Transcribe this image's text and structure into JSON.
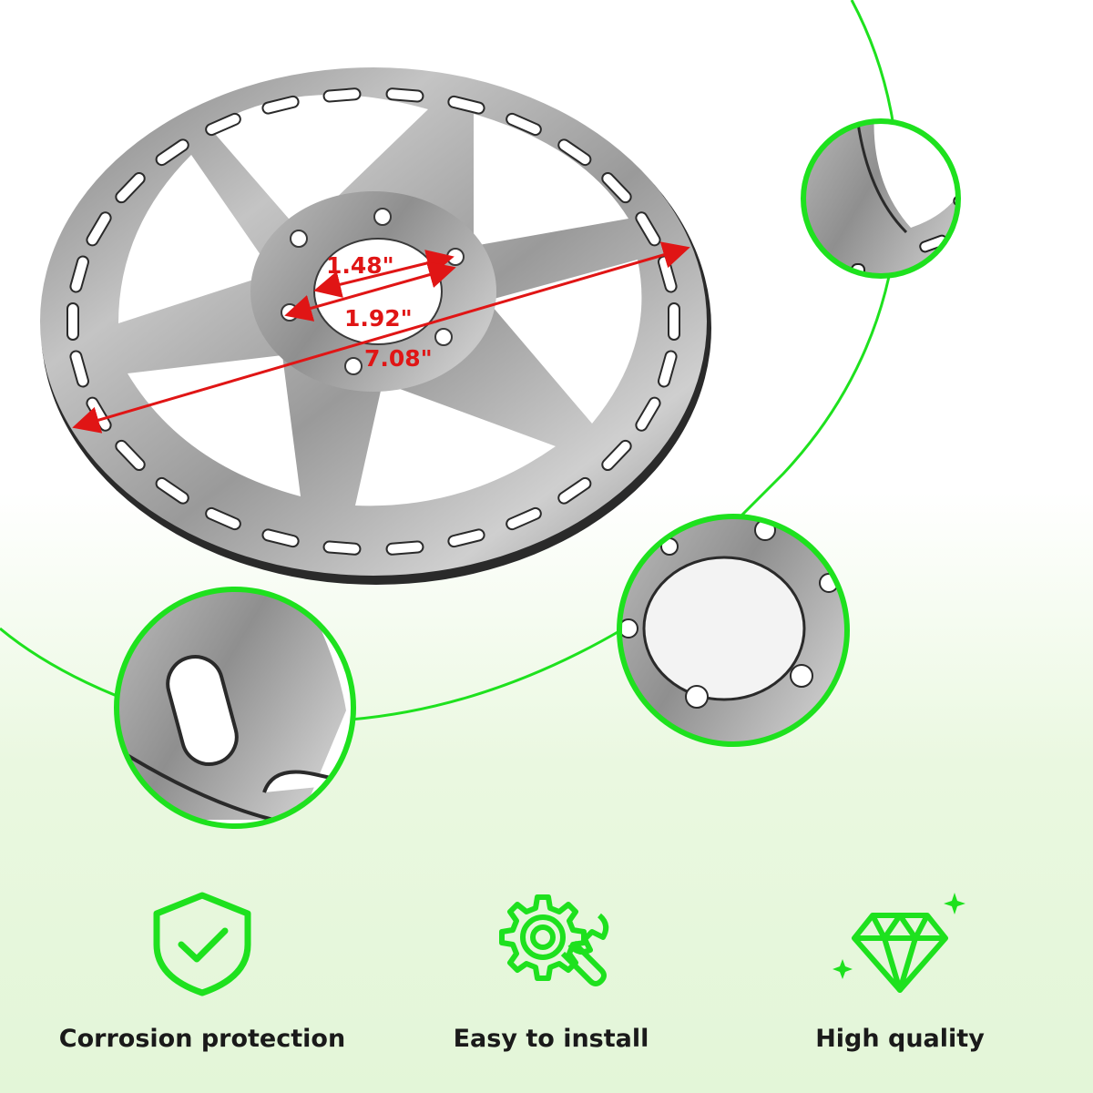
{
  "dimensions": {
    "hub_inner": "1.48\"",
    "bolt_circle": "1.92\"",
    "outer_diameter": "7.08\""
  },
  "features": [
    {
      "label": "Corrosion protection",
      "icon": "shield-check-icon"
    },
    {
      "label": "Easy to install",
      "icon": "gear-wrench-icon"
    },
    {
      "label": "High quality",
      "icon": "diamond-icon"
    }
  ],
  "colors": {
    "accent_green": "#1ee11e",
    "dimension_red": "#e01515",
    "steel": "#a9a9a9"
  }
}
